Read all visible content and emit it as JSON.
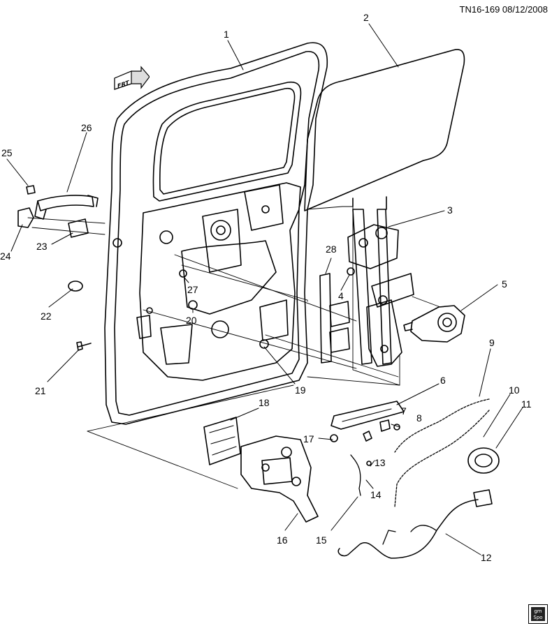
{
  "header": {
    "code": "TN16-169  08/12/2008"
  },
  "badge": {
    "frt": "FRT",
    "logo_line1": "gm",
    "logo_line2": "Spo"
  },
  "callouts": [
    "1",
    "2",
    "3",
    "4",
    "5",
    "6",
    "7",
    "8",
    "9",
    "10",
    "11",
    "12",
    "13",
    "14",
    "15",
    "16",
    "17",
    "18",
    "19",
    "20",
    "21",
    "22",
    "23",
    "24",
    "25",
    "26",
    "27",
    "28"
  ]
}
